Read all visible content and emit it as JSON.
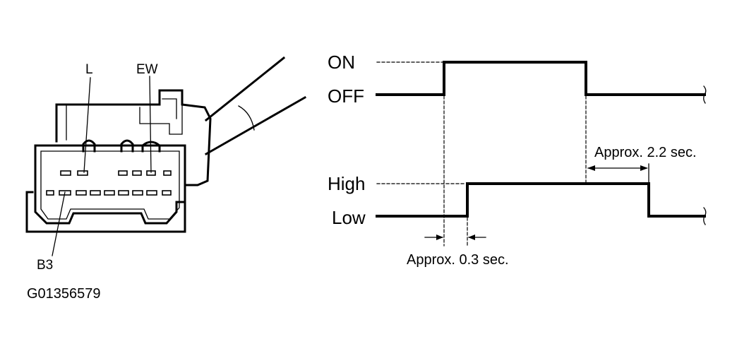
{
  "connector": {
    "label_l": "L",
    "label_ew": "EW",
    "label_b3": "B3"
  },
  "timing": {
    "state_on": "ON",
    "state_off": "OFF",
    "state_high": "High",
    "state_low": "Low",
    "delay_on": "Approx. 0.3 sec.",
    "delay_off": "Approx. 2.2 sec."
  },
  "figure_id": "G01356579"
}
